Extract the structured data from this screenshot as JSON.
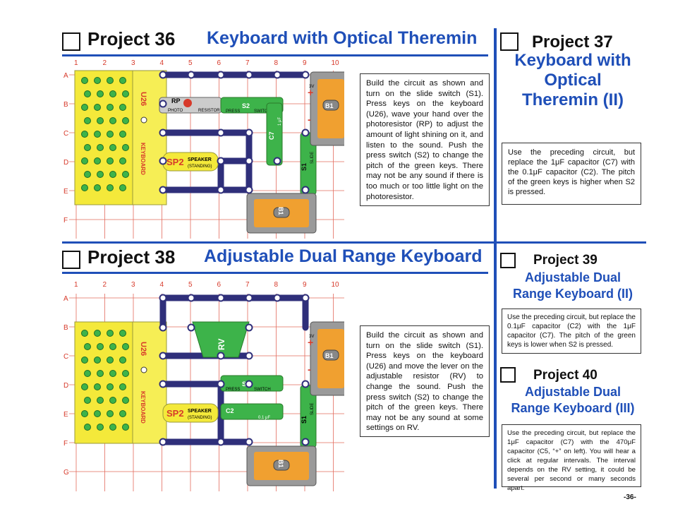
{
  "p36": {
    "number": "Project 36",
    "title": "Keyboard with Optical Theremin",
    "description": "Build the circuit as shown and turn on the slide switch (S1). Press keys on the keyboard (U26), wave your hand over the photoresistor (RP) to adjust the amount of light shining on it, and listen to the sound. Push the press switch (S2) to change the pitch of the green keys. There may not be any sound if there is too much or too little light on the photoresistor."
  },
  "p37": {
    "number": "Project 37",
    "title_line1": "Keyboard with",
    "title_line2": "Optical",
    "title_line3": "Theremin (II)",
    "description": "Use the preceding circuit, but replace the 1μF capacitor (C7) with the 0.1μF capacitor (C2). The pitch of the green keys is higher when S2 is pressed."
  },
  "p38": {
    "number": "Project 38",
    "title": "Adjustable Dual Range Keyboard",
    "description": "Build the circuit as shown and turn on the slide switch (S1). Press keys on the keyboard (U26) and move the lever on the adjustable resistor (RV) to change the sound. Push the press switch (S2) to change the pitch of the green keys. There may not be any sound at some settings on RV."
  },
  "p39": {
    "number": "Project 39",
    "title_line1": "Adjustable Dual",
    "title_line2": "Range Keyboard (II)",
    "description": "Use the preceding circuit, but replace the 0.1μF capacitor (C2) with the 1μF capacitor (C7). The pitch of the green keys is lower when S2 is pressed."
  },
  "p40": {
    "number": "Project 40",
    "title_line1": "Adjustable Dual",
    "title_line2": "Range Keyboard (III)",
    "description": "Use the preceding circuit, but replace the 1μF capacitor (C7) with the 470μF capacitor (C5, “+” on left). You will hear a click at regular intervals. The interval depends on the RV setting, it could be several per second or many seconds apart."
  },
  "page_number": "-36-",
  "board": {
    "columns": [
      "1",
      "2",
      "3",
      "4",
      "5",
      "6",
      "7",
      "8",
      "9",
      "10"
    ],
    "rows_top": [
      "A",
      "B",
      "C",
      "D",
      "E",
      "F"
    ],
    "rows_bottom": [
      "A",
      "B",
      "C",
      "D",
      "E",
      "F",
      "G"
    ]
  },
  "parts_top": {
    "keyboard_code": "U26",
    "keyboard_label": "KEYBOARD",
    "photoresistor": "RP",
    "photo_text": "PHOTO",
    "resistor_text": "RESISTOR",
    "press_switch": "S2",
    "press_text": "PRESS",
    "switch_text": "SWITCH",
    "capacitor": "C7",
    "capacitor_value": "1 μF",
    "speaker_code": "SP2",
    "speaker_text": "SPEAKER",
    "speaker_sub": "(STANDING)",
    "slide_switch": "S1",
    "slide_text": "SLIDE",
    "battery": "B1",
    "battery_volt": "3V",
    "plus": "+",
    "minus": "-"
  },
  "parts_bottom": {
    "keyboard_code": "U26",
    "keyboard_label": "KEYBOARD",
    "adj_resistor": "RV",
    "press_switch": "S2",
    "press_text": "PRESS",
    "switch_text": "SWITCH",
    "capacitor": "C2",
    "capacitor_value": "0.1 μF",
    "speaker_code": "SP2",
    "speaker_text": "SPEAKER",
    "speaker_sub": "(STANDING)",
    "slide_switch": "S1",
    "slide_text": "SLIDE",
    "battery": "B1",
    "battery_volt": "3V",
    "plus": "+",
    "minus": "-"
  },
  "colors": {
    "accent_blue": "#1f4fb8",
    "grid_red": "#d73a2b",
    "keyboard_yellow": "#f4e93a",
    "snap_navy": "#2f2f7a",
    "green_part": "#3db34a"
  }
}
